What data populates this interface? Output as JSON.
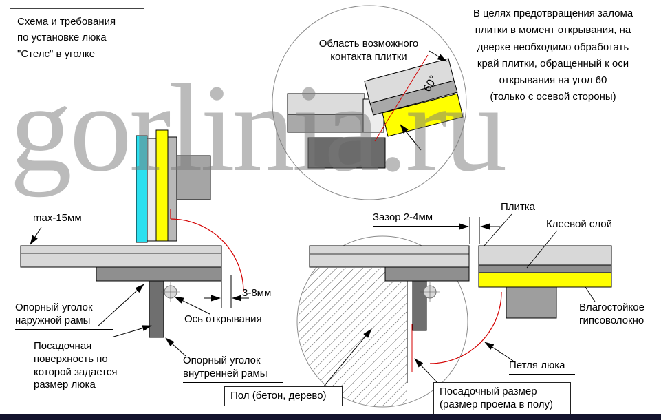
{
  "watermark": {
    "text": "gorlinia.ru"
  },
  "title_box": {
    "lines": [
      "Схема и требования",
      "по установке люка",
      "\"Стелс\" в уголке"
    ]
  },
  "note": {
    "lines": [
      "В целях предотвращения залома",
      "плитки в момент открывания, на",
      "дверке необходимо обработать",
      "край плитки, обращенный к оси",
      "открывания на угол 60",
      "(только с осевой стороны)"
    ]
  },
  "detail_view": {
    "label_lines": [
      "Область возможного",
      "контакта плитки"
    ],
    "angle_label": "60°"
  },
  "left_diagram": {
    "max_thickness": "max-15мм",
    "outer_corner_lines": [
      "Опорный уголок",
      "наружной рамы"
    ],
    "seating_surface_lines": [
      "Посадочная",
      "поверхность по",
      "которой задается",
      "размер люка"
    ],
    "axis_label": "Ось открывания",
    "gap_label": "3-8мм",
    "inner_corner_lines": [
      "Опорный уголок",
      "внутренней рамы"
    ]
  },
  "right_diagram": {
    "gap_label": "Зазор 2-4мм",
    "tile_label": "Плитка",
    "glue_label": "Клеевой слой",
    "gypsum_lines": [
      "Влагостойкое",
      "гипсоволокно"
    ],
    "hinge_label": "Петля люка",
    "floor_label": "Пол (бетон, дерево)",
    "seat_size_lines": [
      "Посадочный размер",
      "(размер проема в полу)"
    ]
  },
  "colors": {
    "tile_cyan": "#2BE0F0",
    "gypsum_yellow": "#FFFF00",
    "swing_red": "#D40000",
    "gray_light": "#D8D8D8",
    "gray_mid": "#8F8F8F",
    "gray_dark": "#6F6F6F",
    "watermark_gray": "#7A7A7A",
    "bottom_bar": "#14142D"
  }
}
